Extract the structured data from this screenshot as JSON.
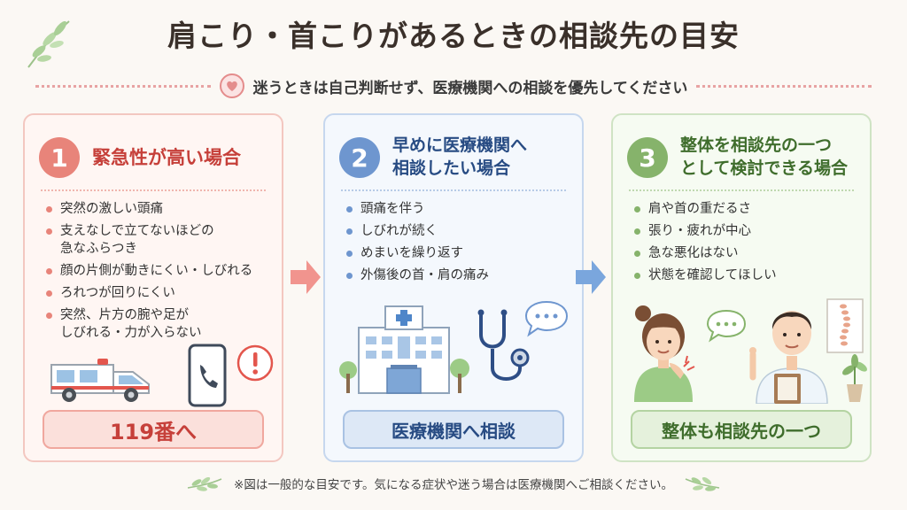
{
  "title": "肩こり・首こりがあるときの相談先の目安",
  "subtitle": "迷うときは自己判断せず、医療機関への相談を優先してください",
  "cards": [
    {
      "number": "1",
      "heading": "緊急性が高い場合",
      "items": [
        [
          "突然の激しい頭痛"
        ],
        [
          "支えなしで立てないほどの",
          "急なふらつき"
        ],
        [
          "顔の片側が動きにくい・しびれる"
        ],
        [
          "ろれつが回りにくい"
        ],
        [
          "突然、片方の腕や足が",
          "しびれる・力が入らない"
        ]
      ],
      "action": "119番へ"
    },
    {
      "number": "2",
      "heading_lines": [
        "早めに医療機関へ",
        "相談したい場合"
      ],
      "items": [
        [
          "頭痛を伴う"
        ],
        [
          "しびれが続く"
        ],
        [
          "めまいを繰り返す"
        ],
        [
          "外傷後の首・肩の痛み"
        ]
      ],
      "action": "医療機関へ相談"
    },
    {
      "number": "3",
      "heading_lines": [
        "整体を相談先の一つ",
        "として検討できる場合"
      ],
      "items": [
        [
          "肩や首の重だるさ"
        ],
        [
          "張り・疲れが中心"
        ],
        [
          "急な悪化はない"
        ],
        [
          "状態を確認してほしい"
        ]
      ],
      "action": "整体も相談先の一つ"
    }
  ],
  "footnote": "※図は一般的な目安です。気になる症状や迷う場合は医療機関へご相談ください。",
  "colors": {
    "red": "#e8847a",
    "blue": "#6e96cf",
    "green": "#86b36b"
  },
  "icons": [
    "leaf-icon",
    "heart-hands-icon",
    "ambulance-icon",
    "phone-icon",
    "exclamation-icon",
    "hospital-icon",
    "stethoscope-icon",
    "speech-bubble-icon",
    "arrow-right-icon",
    "patient-icon",
    "practitioner-icon",
    "spine-chart-icon",
    "plant-icon"
  ]
}
